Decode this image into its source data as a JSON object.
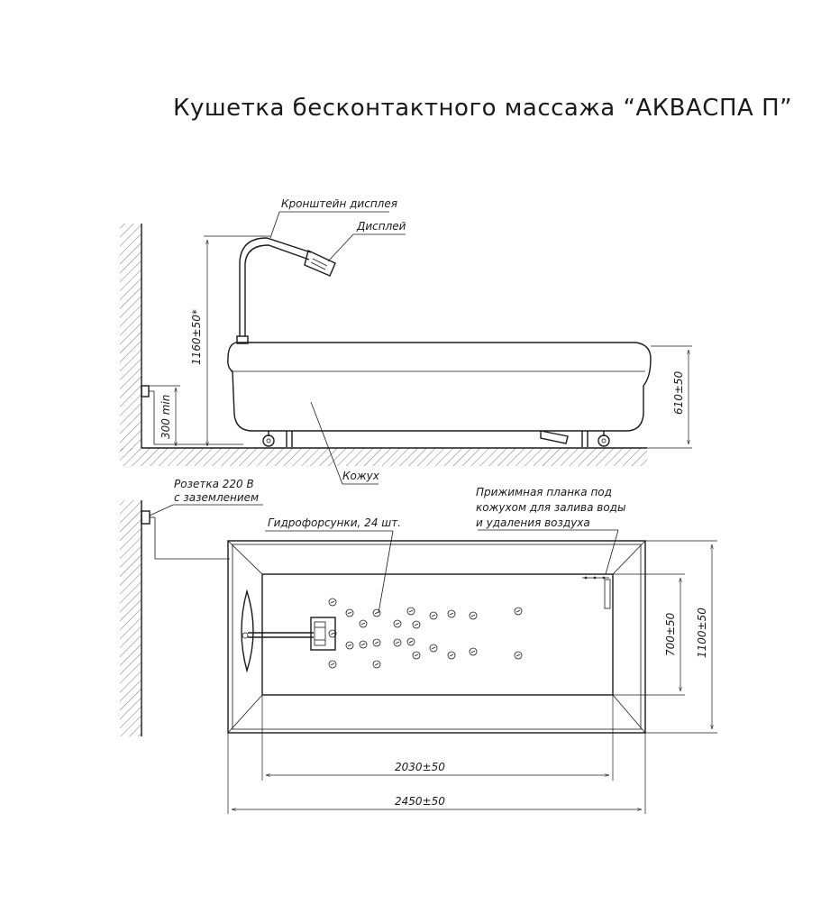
{
  "title": "Кушетка бесконтактного массажа “АКВАСПА П”",
  "side_view": {
    "labels": {
      "bracket": "Кронштейн дисплея",
      "display": "Дисплей",
      "casing": "Кожух"
    },
    "dimensions": {
      "total_height": "1160±50*",
      "body_height": "610±50",
      "socket_height": "300 min"
    }
  },
  "top_view": {
    "labels": {
      "socket_line1": "Розетка 220 В",
      "socket_line2": "с заземлением",
      "nozzles": "Гидрофорсунки, 24 шт.",
      "strip_line1": "Прижимная планка под",
      "strip_line2": "кожухом для залива воды",
      "strip_line3": "и удаления воздуха"
    },
    "dimensions": {
      "inner_length": "2030±50",
      "outer_length": "2450±50",
      "inner_width": "700±50",
      "outer_width": "1100±50"
    },
    "nozzle_count": 24
  }
}
